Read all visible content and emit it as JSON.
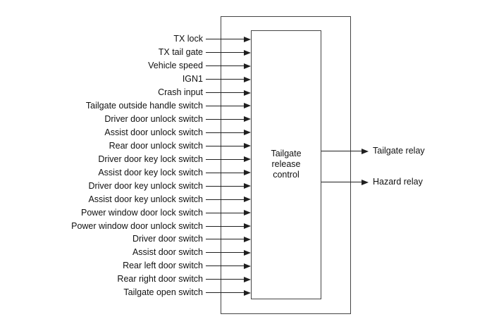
{
  "diagram": {
    "block_label_lines": [
      "Tailgate",
      "release",
      "control"
    ],
    "inputs": [
      "TX lock",
      "TX tail gate",
      "Vehicle speed",
      "IGN1",
      "Crash input",
      "Tailgate outside handle switch",
      "Driver door unlock switch",
      "Assist door unlock switch",
      "Rear door unlock switch",
      "Driver door key lock switch",
      "Assist door key lock switch",
      "Driver door key unlock switch",
      "Assist door key unlock switch",
      "Power window door lock switch",
      "Power window door unlock switch",
      "Driver door switch",
      "Assist door switch",
      "Rear left door switch",
      "Rear right door switch",
      "Tailgate open switch"
    ],
    "outputs": [
      "Tailgate relay",
      "Hazard relay"
    ],
    "colors": {
      "line": "#1f1f1f",
      "border": "#444444",
      "text": "#111111",
      "background": "#ffffff"
    }
  }
}
